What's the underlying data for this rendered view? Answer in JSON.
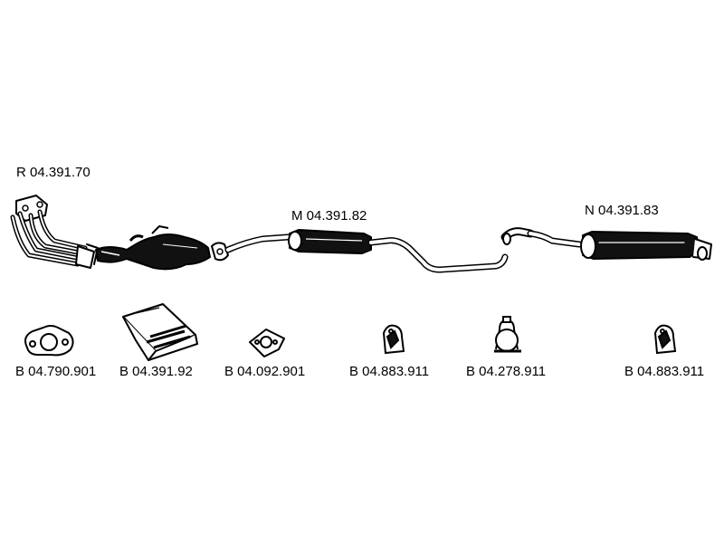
{
  "main_parts": [
    {
      "code": "R 04.391.70"
    },
    {
      "code": "M 04.391.82"
    },
    {
      "code": "N 04.391.83"
    }
  ],
  "small_parts": [
    {
      "code": "B 04.790.901"
    },
    {
      "code": "B 04.391.92"
    },
    {
      "code": "B 04.092.901"
    },
    {
      "code": "B 04.883.911"
    },
    {
      "code": "B 04.278.911"
    },
    {
      "code": "B 04.883.911"
    }
  ]
}
